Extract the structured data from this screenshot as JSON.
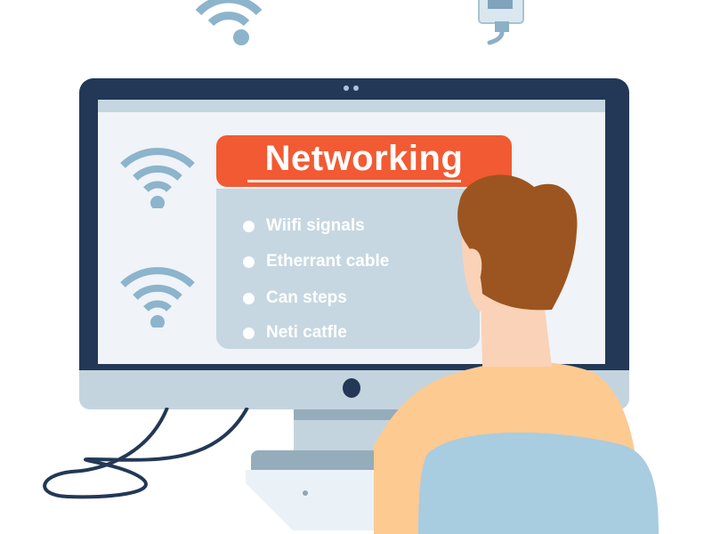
{
  "illustration": {
    "subject": "Person sitting at a desktop computer viewing a networking lesson",
    "colors": {
      "monitor_frame": "#233856",
      "screen_bg": "#f0f3f7",
      "title_badge": "#f25a33",
      "list_panel": "#c6d7e1",
      "wifi_icon": "#8cb4cc",
      "hair": "#9c5520",
      "skin": "#f9d2b8",
      "shirt": "#fdca92",
      "chair": "#a8cce0",
      "cable": "#233856"
    }
  },
  "screen": {
    "title": "Networking",
    "list_items": [
      {
        "label": "Wiifi signals"
      },
      {
        "label": "Etherrant cable"
      },
      {
        "label": "Can steps"
      },
      {
        "label": "Neti catfle"
      }
    ]
  },
  "icons": {
    "top_left": "wifi-icon",
    "top_right": "ethernet-plug-icon",
    "screen_left_top": "wifi-icon",
    "screen_left_bottom": "wifi-icon"
  }
}
